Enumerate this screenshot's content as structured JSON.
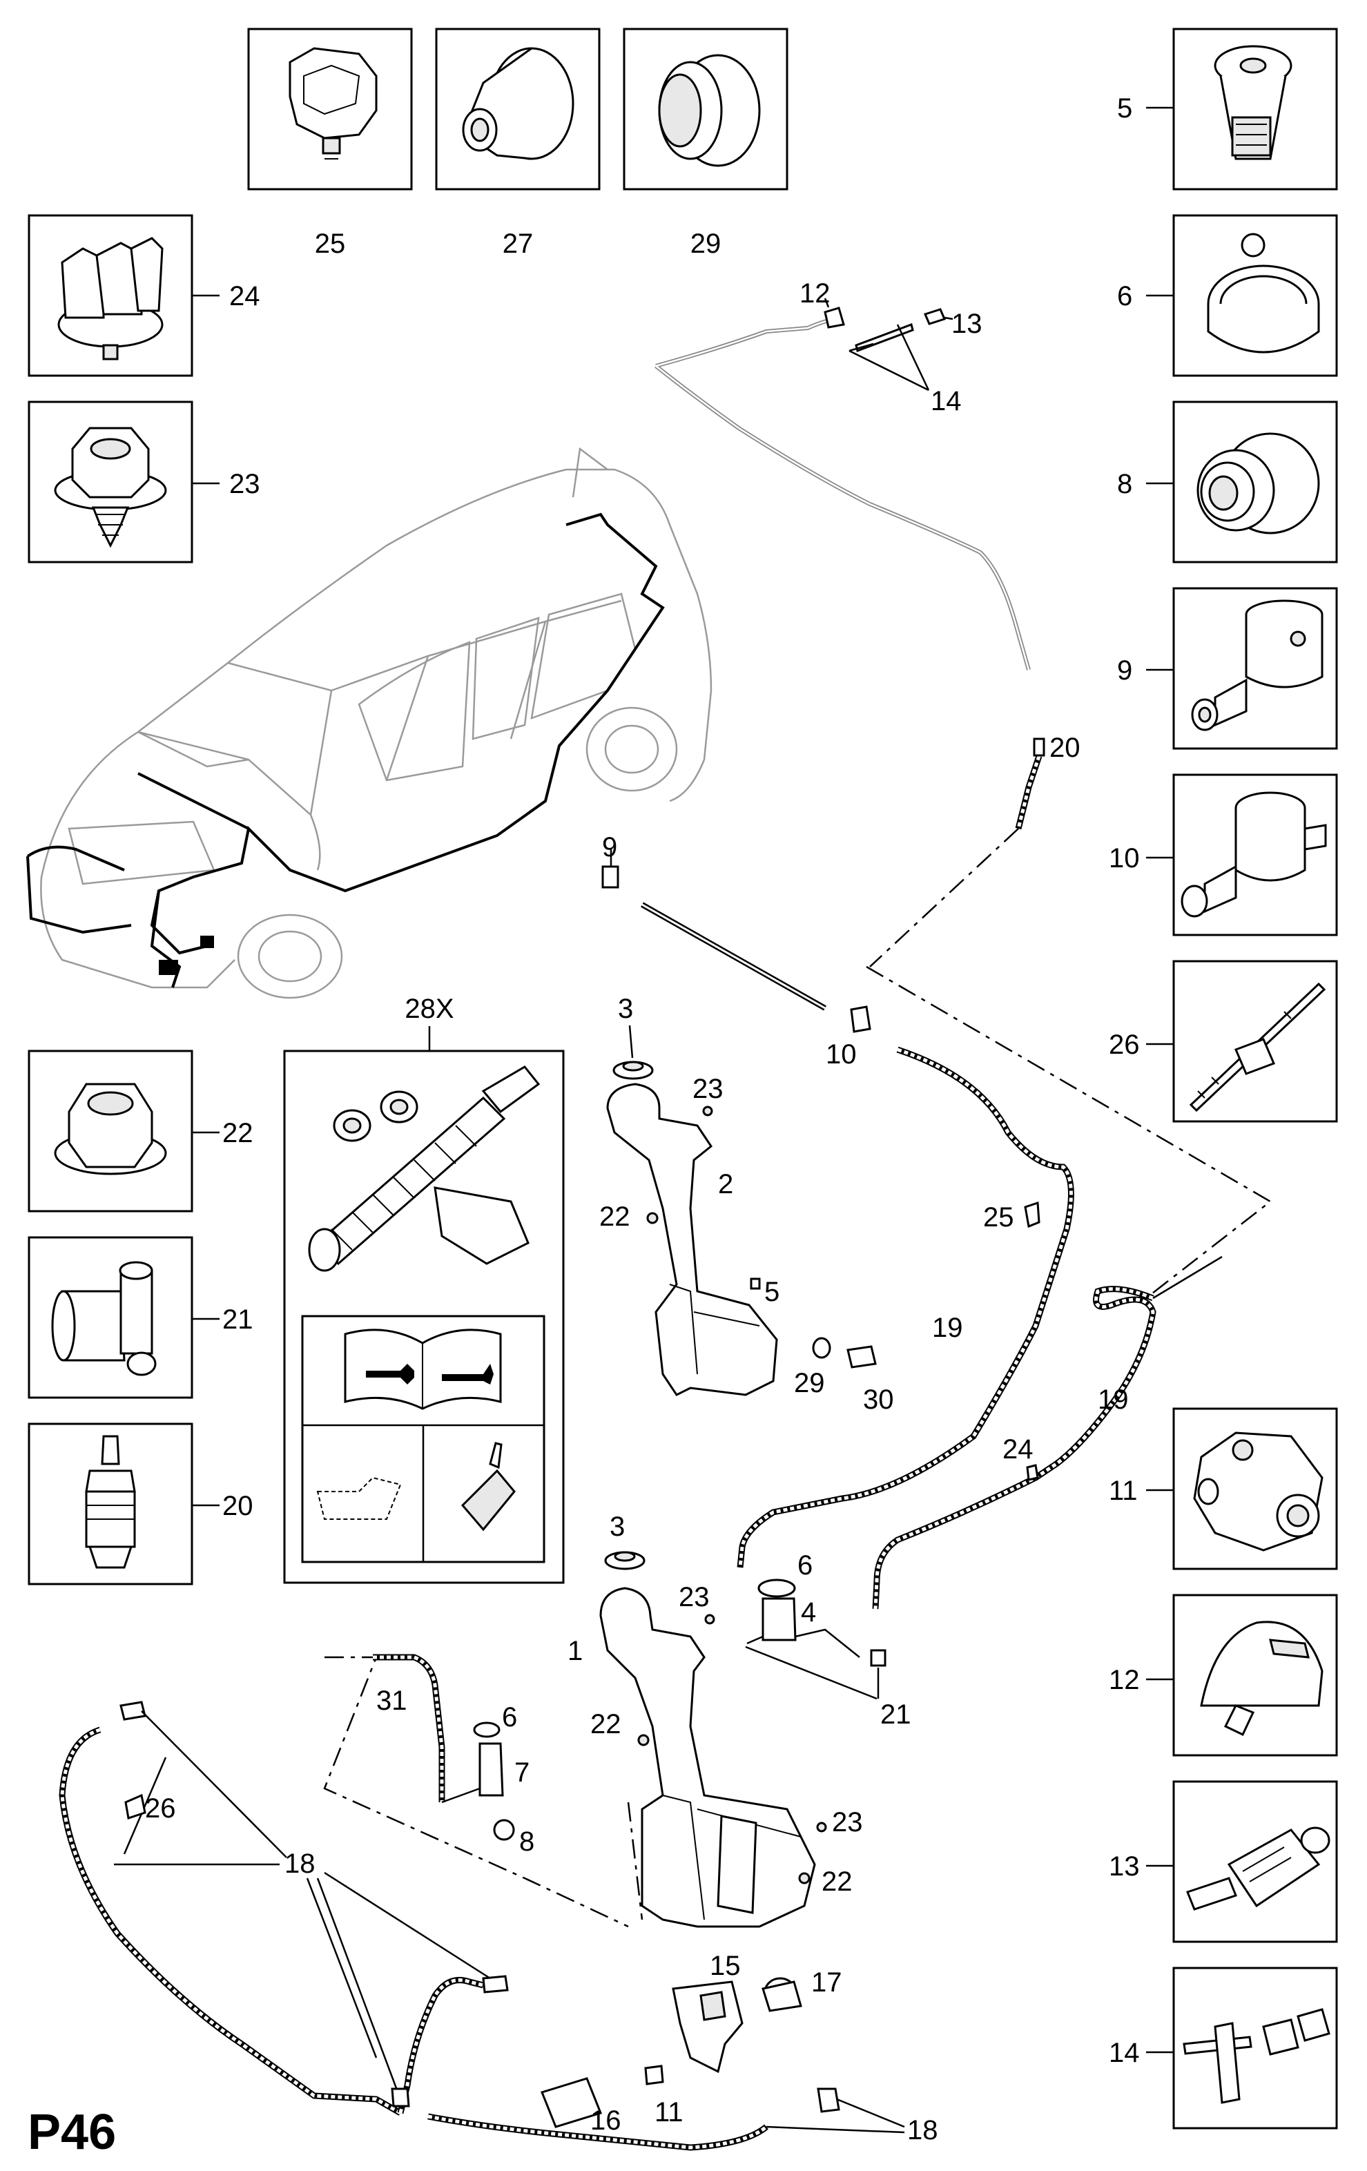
{
  "page_code": "P46",
  "kit_label": "28X",
  "callouts": {
    "c25": "25",
    "c27": "27",
    "c29": "29",
    "c24": "24",
    "c23": "23",
    "c5": "5",
    "c6": "6",
    "c8": "8",
    "c9": "9",
    "c10": "10",
    "c26": "26",
    "c22": "22",
    "c21": "21",
    "c20": "20",
    "c11": "11",
    "c12": "12",
    "c13": "13",
    "c14": "14"
  },
  "labels": {
    "n12": "12",
    "n13": "13",
    "n14": "14",
    "n20": "20",
    "n9": "9",
    "n10": "10",
    "n3a": "3",
    "n23a": "23",
    "n2": "2",
    "n22a": "22",
    "n5": "5",
    "n25": "25",
    "n19a": "19",
    "n19b": "19",
    "n29": "29",
    "n30": "30",
    "n24": "24",
    "n3b": "3",
    "n6a": "6",
    "n23b": "23",
    "n4": "4",
    "n1": "1",
    "n21": "21",
    "n31": "31",
    "n6b": "6",
    "n7": "7",
    "n8": "8",
    "n22b": "22",
    "n23c": "23",
    "n22c": "22",
    "n26": "26",
    "n18a": "18",
    "n15": "15",
    "n17": "17",
    "n16": "16",
    "n11": "11",
    "n18b": "18"
  }
}
